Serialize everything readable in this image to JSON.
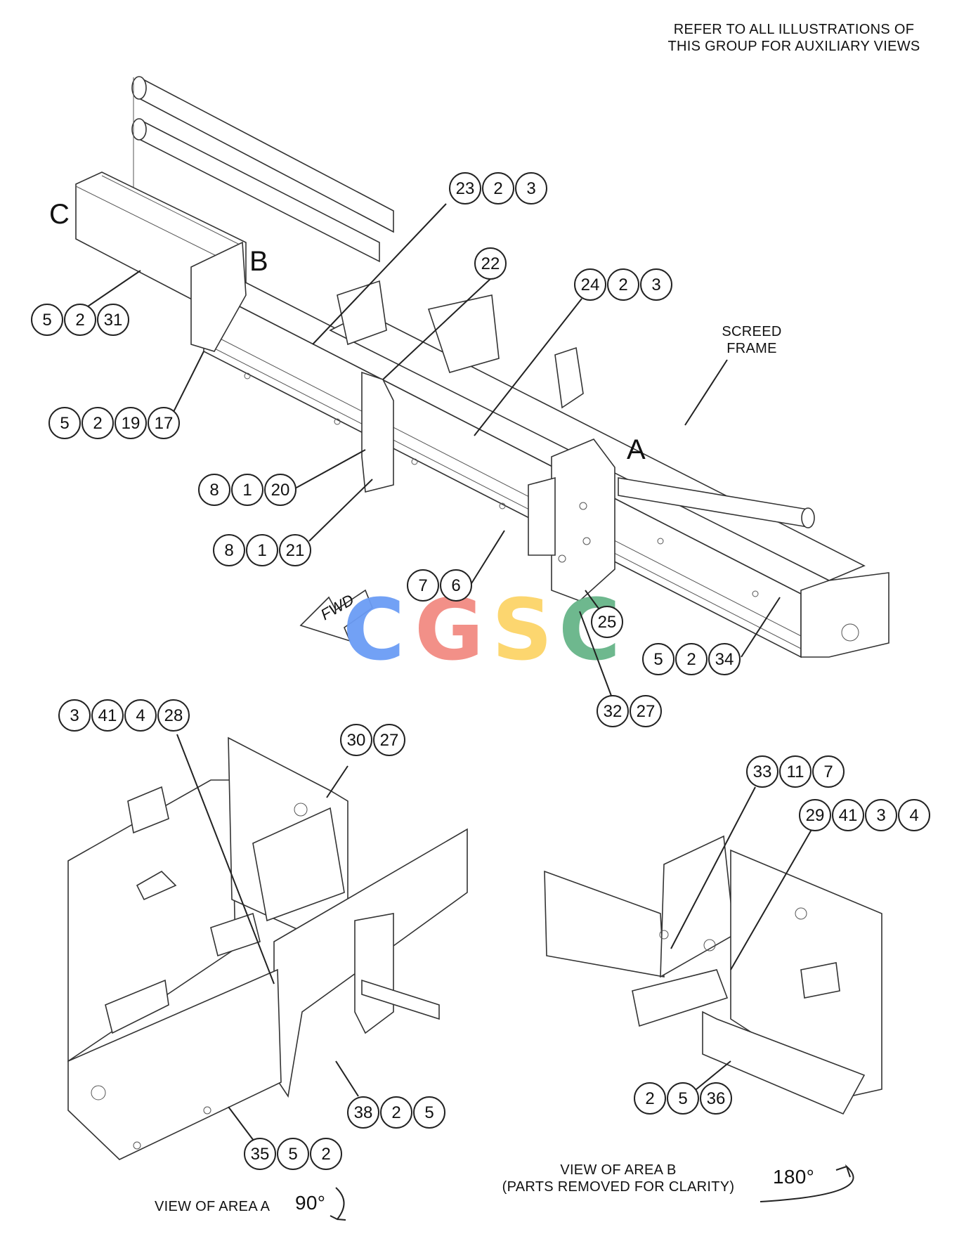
{
  "header_note": [
    "REFER TO ALL ILLUSTRATIONS OF",
    "THIS GROUP FOR AUXILIARY VIEWS"
  ],
  "area_letters": {
    "A": "A",
    "B": "B",
    "C": "C"
  },
  "screed_label": [
    "SCREED",
    "FRAME"
  ],
  "fwd_label": "FWD",
  "watermark": "CGSC",
  "watermark_colors": [
    "#6b9cf5",
    "#f28b82",
    "#fcd468",
    "#67b589"
  ],
  "view_a_caption": "VIEW OF AREA A",
  "view_a_angle": "90°",
  "view_b_caption": [
    "VIEW OF AREA B",
    "(PARTS REMOVED FOR CLARITY)"
  ],
  "view_b_angle": "180°",
  "callouts": [
    {
      "id": "c-23-2-3",
      "nums": [
        "23",
        "2",
        "3"
      ]
    },
    {
      "id": "c-22",
      "nums": [
        "22"
      ]
    },
    {
      "id": "c-24-2-3",
      "nums": [
        "24",
        "2",
        "3"
      ]
    },
    {
      "id": "c-5-2-31",
      "nums": [
        "5",
        "2",
        "31"
      ]
    },
    {
      "id": "c-5-2-19-17",
      "nums": [
        "5",
        "2",
        "19",
        "17"
      ]
    },
    {
      "id": "c-8-1-20",
      "nums": [
        "8",
        "1",
        "20"
      ]
    },
    {
      "id": "c-8-1-21",
      "nums": [
        "8",
        "1",
        "21"
      ]
    },
    {
      "id": "c-7-6",
      "nums": [
        "7",
        "6"
      ]
    },
    {
      "id": "c-25",
      "nums": [
        "25"
      ]
    },
    {
      "id": "c-5-2-34",
      "nums": [
        "5",
        "2",
        "34"
      ]
    },
    {
      "id": "c-32-27",
      "nums": [
        "32",
        "27"
      ]
    },
    {
      "id": "c-3-41-4-28",
      "nums": [
        "3",
        "41",
        "4",
        "28"
      ]
    },
    {
      "id": "c-30-27",
      "nums": [
        "30",
        "27"
      ]
    },
    {
      "id": "c-33-11-7",
      "nums": [
        "33",
        "11",
        "7"
      ]
    },
    {
      "id": "c-29-41-3-4",
      "nums": [
        "29",
        "41",
        "3",
        "4"
      ]
    },
    {
      "id": "c-38-2-5",
      "nums": [
        "38",
        "2",
        "5"
      ]
    },
    {
      "id": "c-2-5-36",
      "nums": [
        "2",
        "5",
        "36"
      ]
    },
    {
      "id": "c-35-5-2",
      "nums": [
        "35",
        "5",
        "2"
      ]
    }
  ]
}
